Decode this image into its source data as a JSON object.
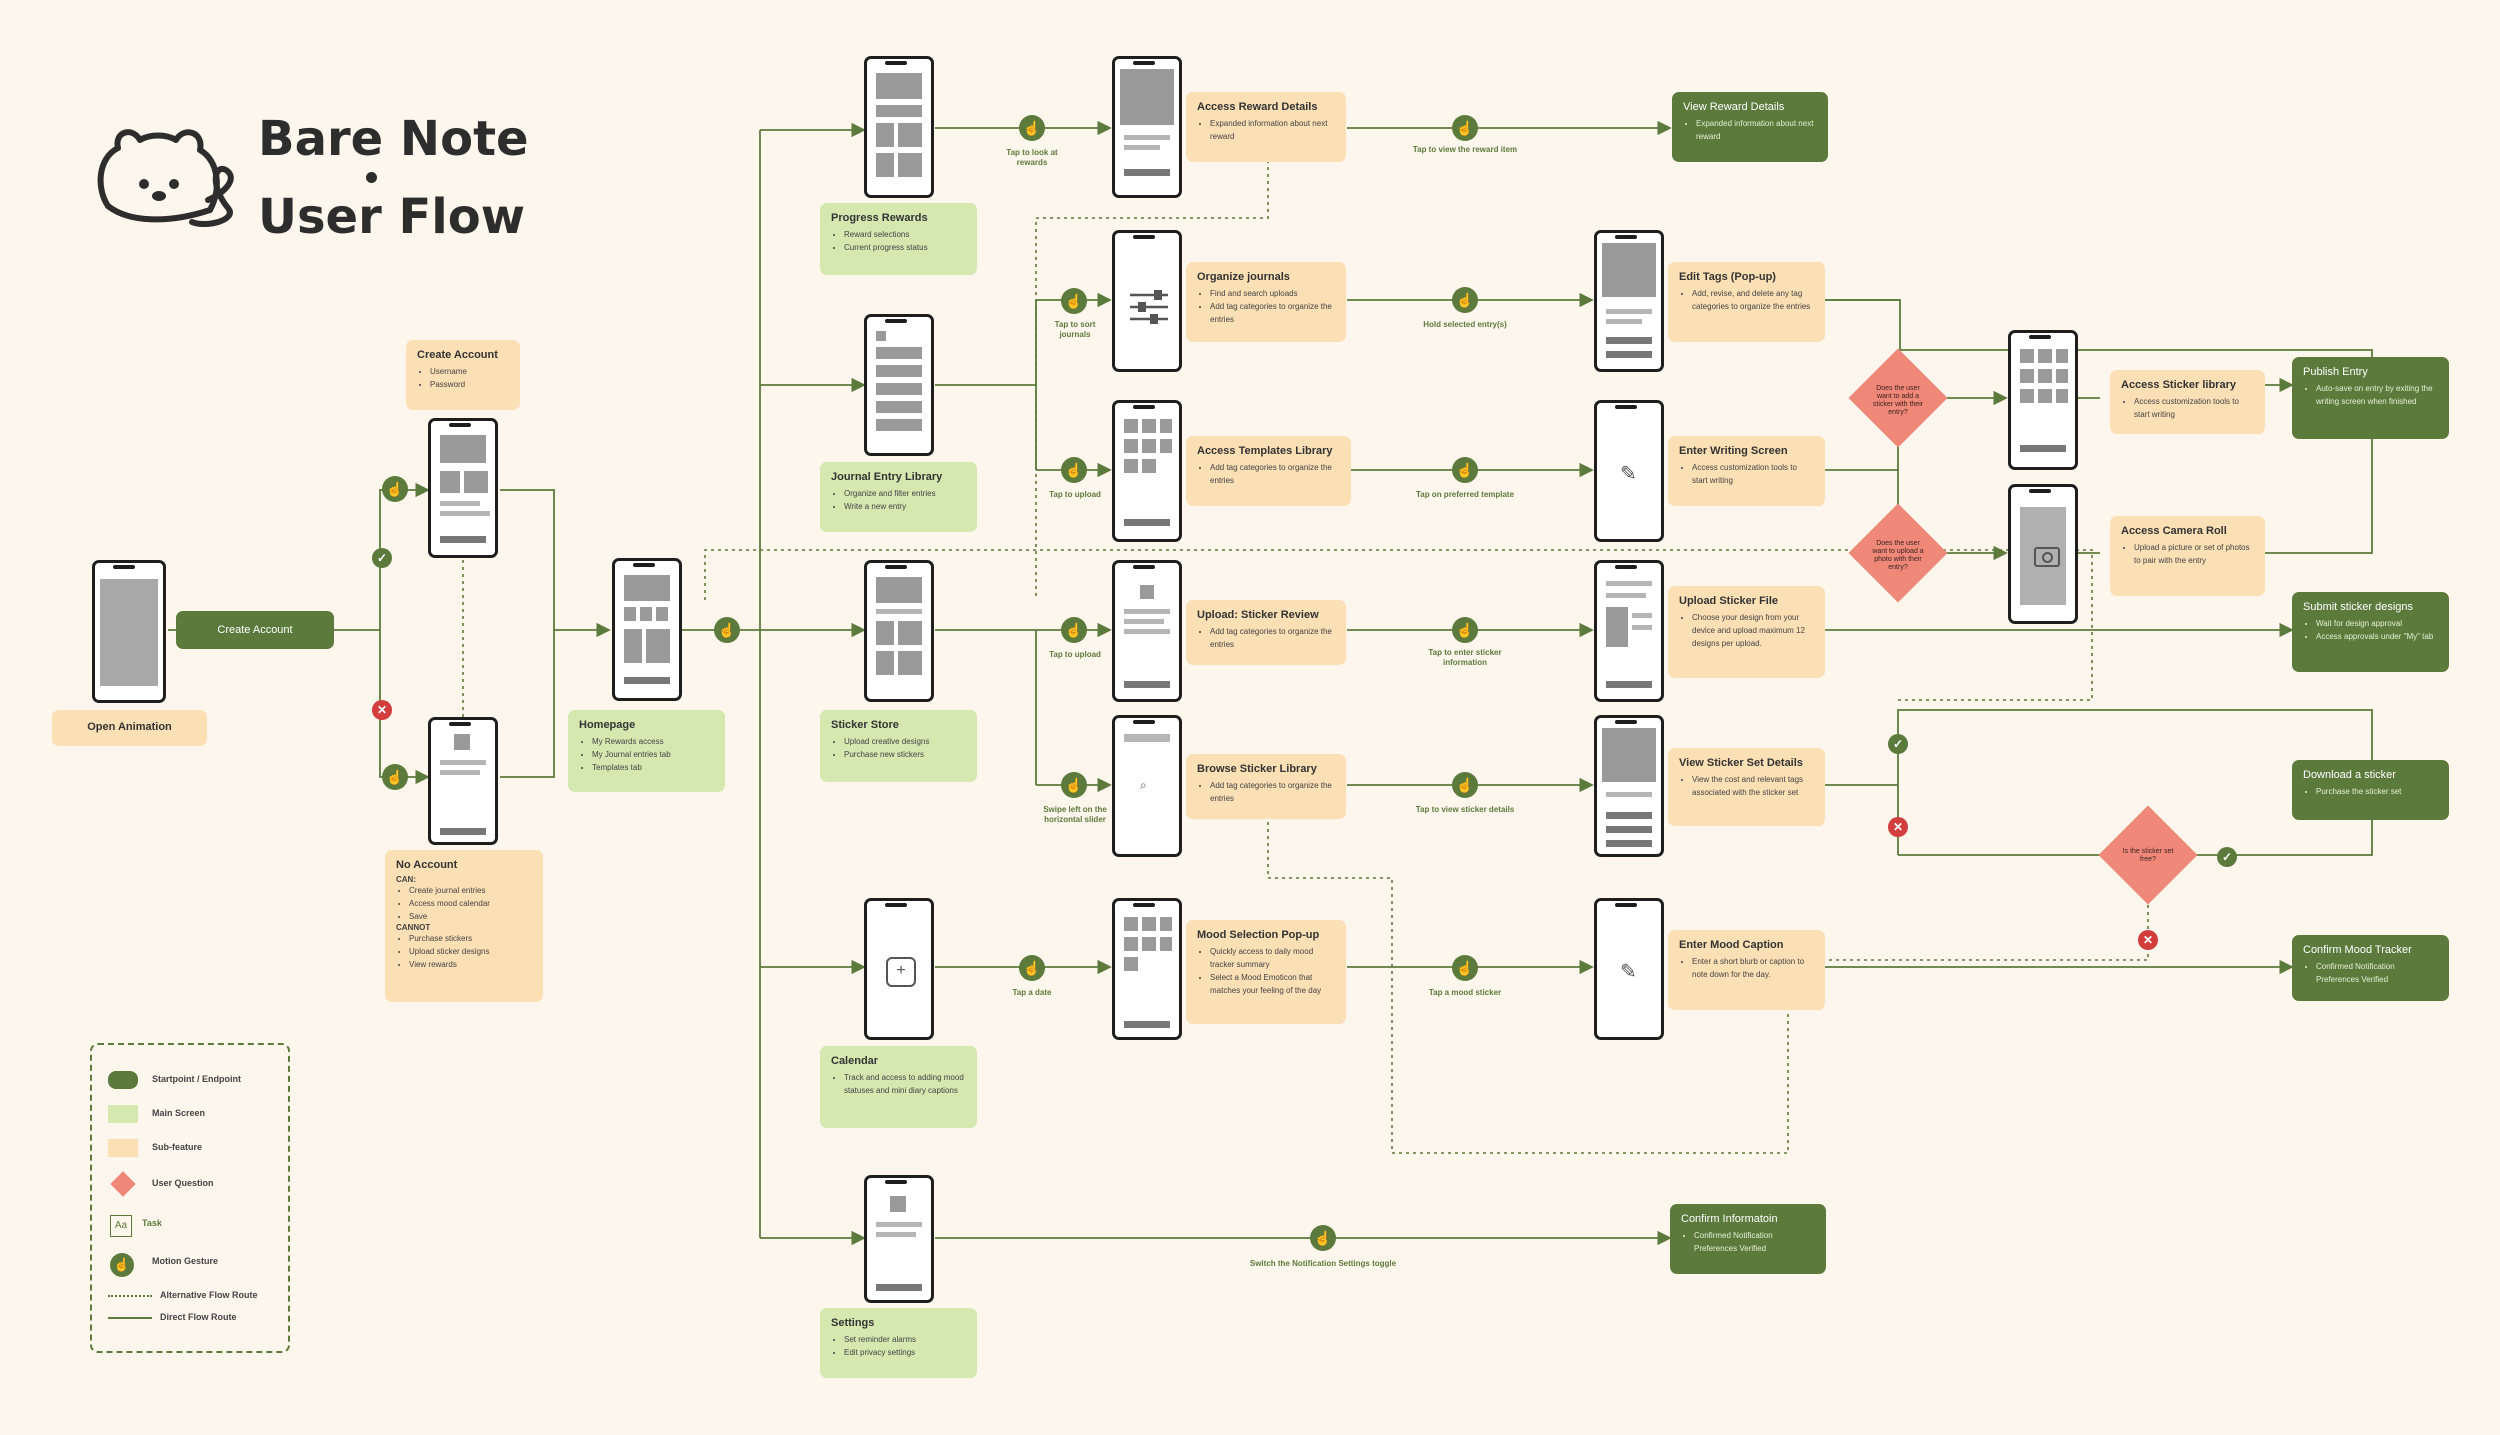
{
  "title": {
    "line1": "Bare Note",
    "line2": "User Flow"
  },
  "start": {
    "open_animation": "Open Animation",
    "create_account_button": "Create Account"
  },
  "create_account_card": {
    "title": "Create Account",
    "items": [
      "Username",
      "Password"
    ]
  },
  "no_account_card": {
    "title": "No Account",
    "can_label": "CAN:",
    "can_items": [
      "Create journal entries",
      "Access mood calendar",
      "Save"
    ],
    "cannot_label": "CANNOT",
    "cannot_items": [
      "Purchase stickers",
      "Upload sticker designs",
      "View rewards"
    ]
  },
  "homepage_card": {
    "title": "Homepage",
    "items": [
      "My Rewards access",
      "My Journal entries tab",
      "Templates tab"
    ]
  },
  "progress_rewards": {
    "title": "Progress Rewards",
    "items": [
      "Reward selections",
      "Current progress status"
    ]
  },
  "journal_library": {
    "title": "Journal Entry Library",
    "items": [
      "Organize and filter entries",
      "Write a new entry"
    ]
  },
  "sticker_store": {
    "title": "Sticker Store",
    "items": [
      "Upload creative designs",
      "Purchase new stickers"
    ]
  },
  "calendar": {
    "title": "Calendar",
    "items": [
      "Track and access to adding mood statuses and mini diary captions"
    ]
  },
  "settings": {
    "title": "Settings",
    "items": [
      "Set reminder alarms",
      "Edit privacy settings"
    ]
  },
  "access_reward": {
    "title": "Access Reward Details",
    "items": [
      "Expanded information about next reward"
    ]
  },
  "organize_journals": {
    "title": "Organize journals",
    "items": [
      "Find and search uploads",
      "Add tag categories to organize the entries"
    ]
  },
  "templates_library": {
    "title": "Access Templates Library",
    "items": [
      "Add tag categories to organize the entries"
    ]
  },
  "upload_review": {
    "title": "Upload: Sticker Review",
    "items": [
      "Add tag categories to organize the entries"
    ]
  },
  "browse_library": {
    "title": "Browse Sticker Library",
    "items": [
      "Add tag categories to organize the entries"
    ]
  },
  "mood_popup": {
    "title": "Mood Selection Pop-up",
    "items": [
      "Quickly access to daily mood tracker summary",
      "Select a Mood Emoticon that matches your feeling of the day"
    ]
  },
  "edit_tags": {
    "title": "Edit Tags (Pop-up)",
    "items": [
      "Add, revise, and delete any tag categories to organize the entries"
    ]
  },
  "writing_screen": {
    "title": "Enter Writing Screen",
    "items": [
      "Access customization tools to start writing"
    ]
  },
  "upload_file": {
    "title": "Upload Sticker File",
    "items": [
      "Choose your design from your device and upload maximum 12 designs per upload."
    ]
  },
  "sticker_details": {
    "title": "View Sticker Set Details",
    "items": [
      "View the cost and relevant tags associated with the sticker set"
    ]
  },
  "mood_caption": {
    "title": "Enter Mood Caption",
    "items": [
      "Enter a short blurb or caption to note down for the day."
    ]
  },
  "sticker_lib_access": {
    "title": "Access Sticker library",
    "items": [
      "Access customization tools to start writing"
    ]
  },
  "camera_roll": {
    "title": "Access Camera Roll",
    "items": [
      "Upload a picture or set of photos to pair with the entry"
    ]
  },
  "end_reward": {
    "title": "View Reward Details",
    "items": [
      "Expanded information about next reward"
    ]
  },
  "end_publish": {
    "title": "Publish Entry",
    "items": [
      "Auto-save on entry by exiting the writing screen when finished"
    ]
  },
  "end_submit": {
    "title": "Submit sticker designs",
    "items": [
      "Wait for design approval",
      "Access approvals under \"My\" tab"
    ]
  },
  "end_download": {
    "title": "Download a sticker",
    "items": [
      "Purchase the sticker set"
    ]
  },
  "end_mood": {
    "title": "Confirm Mood Tracker",
    "items": [
      "Confirmed Notification Preferences Verified"
    ]
  },
  "end_info": {
    "title": "Confirm Informatoin",
    "items": [
      "Confirmed Notification Preferences Verified"
    ]
  },
  "gestures": {
    "look_rewards": "Tap to look at rewards",
    "sort_journals": "Tap to sort journals",
    "upload1": "Tap to upload",
    "upload2": "Tap to upload",
    "swipe": "Swipe left on the horizontal slider",
    "tap_date": "Tap a date",
    "view_reward": "Tap to view the reward item",
    "hold_entry": "Hold selected entry(s)",
    "pref_template": "Tap on preferred template",
    "enter_sticker": "Tap to enter sticker information",
    "view_sticker": "Tap to view sticker details",
    "mood_sticker": "Tap a mood sticker",
    "notif_toggle": "Switch the Notification Settings toggle"
  },
  "questions": {
    "q_sticker": "Does the user want to add a sticker with their entry?",
    "q_photo": "Does the user want to upload a photo with their entry?",
    "q_free": "Is the sticker set free?"
  },
  "legend": {
    "startpoint": "Startpoint / Endpoint",
    "main_screen": "Main Screen",
    "sub_feature": "Sub-feature",
    "user_question": "User Question",
    "task": "Task",
    "task_icon": "Aa",
    "motion": "Motion Gesture",
    "alt_route": "Alternative Flow Route",
    "direct_route": "Direct Flow Route"
  },
  "colors": {
    "background": "#fdf6ec",
    "main_screen": "#d4e8b0",
    "sub_feature": "#fbdfb5",
    "endpoint": "#5c7a3c",
    "question": "#ef8878",
    "line": "#5c7a3c",
    "error": "#d43d3d"
  },
  "icons": [
    "bear-logo-icon",
    "hand-tap-icon",
    "check-icon",
    "cross-icon",
    "pencil-icon",
    "camera-icon",
    "sliders-icon",
    "calendar-add-icon",
    "magnifier-icon"
  ]
}
